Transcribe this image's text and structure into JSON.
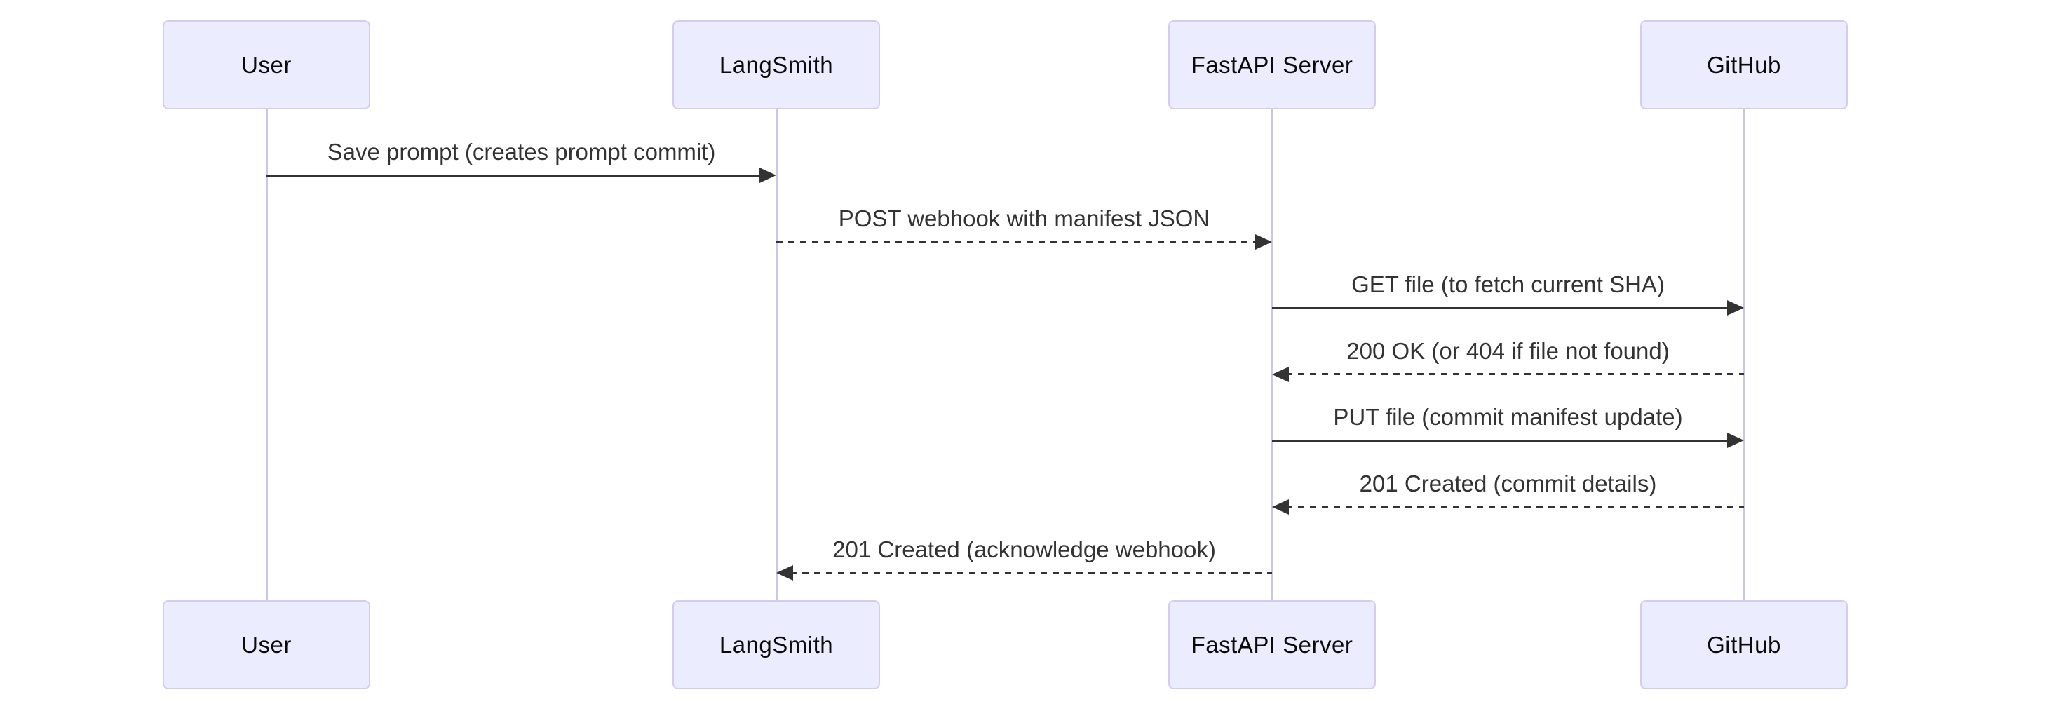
{
  "diagram": {
    "type": "sequence",
    "actors": [
      {
        "id": "user",
        "label": "User"
      },
      {
        "id": "langsmith",
        "label": "LangSmith"
      },
      {
        "id": "fastapi",
        "label": "FastAPI Server"
      },
      {
        "id": "github",
        "label": "GitHub"
      }
    ],
    "messages": [
      {
        "from": "user",
        "to": "langsmith",
        "label": "Save prompt (creates prompt commit)",
        "line": "solid"
      },
      {
        "from": "langsmith",
        "to": "fastapi",
        "label": "POST webhook with manifest JSON",
        "line": "dashed"
      },
      {
        "from": "fastapi",
        "to": "github",
        "label": "GET file (to fetch current SHA)",
        "line": "solid"
      },
      {
        "from": "github",
        "to": "fastapi",
        "label": "200 OK (or 404 if file not found)",
        "line": "dashed"
      },
      {
        "from": "fastapi",
        "to": "github",
        "label": "PUT file (commit manifest update)",
        "line": "solid"
      },
      {
        "from": "github",
        "to": "fastapi",
        "label": "201 Created (commit details)",
        "line": "dashed"
      },
      {
        "from": "fastapi",
        "to": "langsmith",
        "label": "201 Created (acknowledge webhook)",
        "line": "dashed"
      }
    ],
    "colors": {
      "background": "#FFFFFF",
      "actor_fill": "#ECECFF",
      "actor_border": "#D5CCEA",
      "lifeline": "#CCC6EA",
      "message": "#333333"
    }
  }
}
